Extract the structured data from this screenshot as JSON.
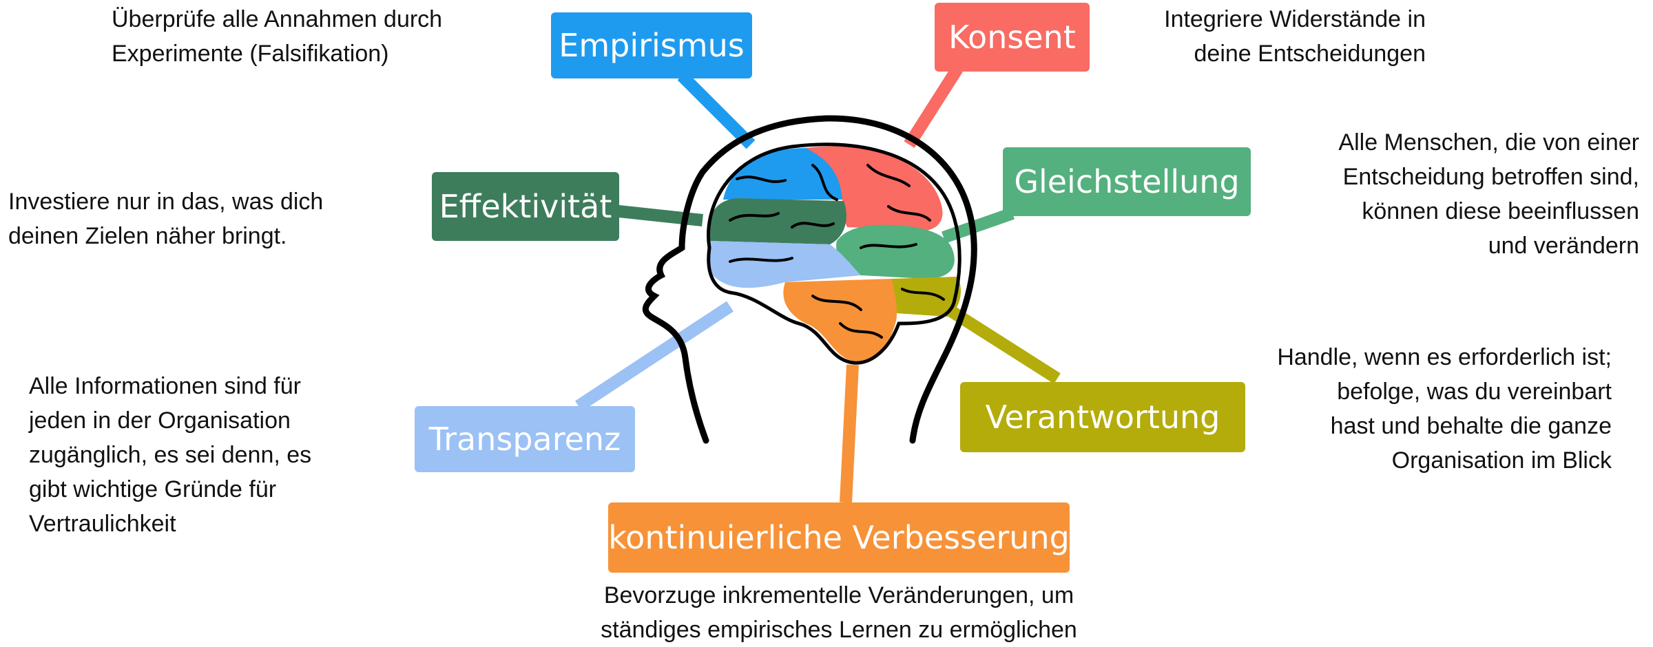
{
  "colors": {
    "empirismus": "#1e9bef",
    "konsent": "#f96b63",
    "effektivitaet": "#3d7d5c",
    "gleichstellung": "#54b07e",
    "transparenz": "#9bc1f5",
    "verantwortung": "#b4ac0b",
    "verbesserung": "#f79238",
    "outline": "#000000"
  },
  "principles": {
    "empirismus": {
      "label": "Empirismus",
      "text": "Überprüfe alle Annahmen durch\nExperimente (Falsifikation)"
    },
    "konsent": {
      "label": "Konsent",
      "text": "Integriere Widerstände in\ndeine Entscheidungen"
    },
    "effektivitaet": {
      "label": "Effektivität",
      "text": "Investiere nur in das, was dich\ndeinen Zielen näher bringt."
    },
    "gleichstellung": {
      "label": "Gleichstellung",
      "text": "Alle Menschen, die von einer\nEntscheidung betroffen sind,\nkönnen diese beeinflussen\nund verändern"
    },
    "transparenz": {
      "label": "Transparenz",
      "text": "Alle Informationen sind für\njeden in der Organisation\nzugänglich, es sei denn, es\ngibt wichtige Gründe für\nVertraulichkeit"
    },
    "verantwortung": {
      "label": "Verantwortung",
      "text": "Handle, wenn es erforderlich ist;\nbefolge, was du vereinbart\nhast und behalte die ganze\nOrganisation im Blick"
    },
    "verbesserung": {
      "label": "kontinuierliche Verbesserung",
      "text": "Bevorzuge inkrementelle Veränderungen, um\nständiges empirisches Lernen zu ermöglichen"
    }
  }
}
